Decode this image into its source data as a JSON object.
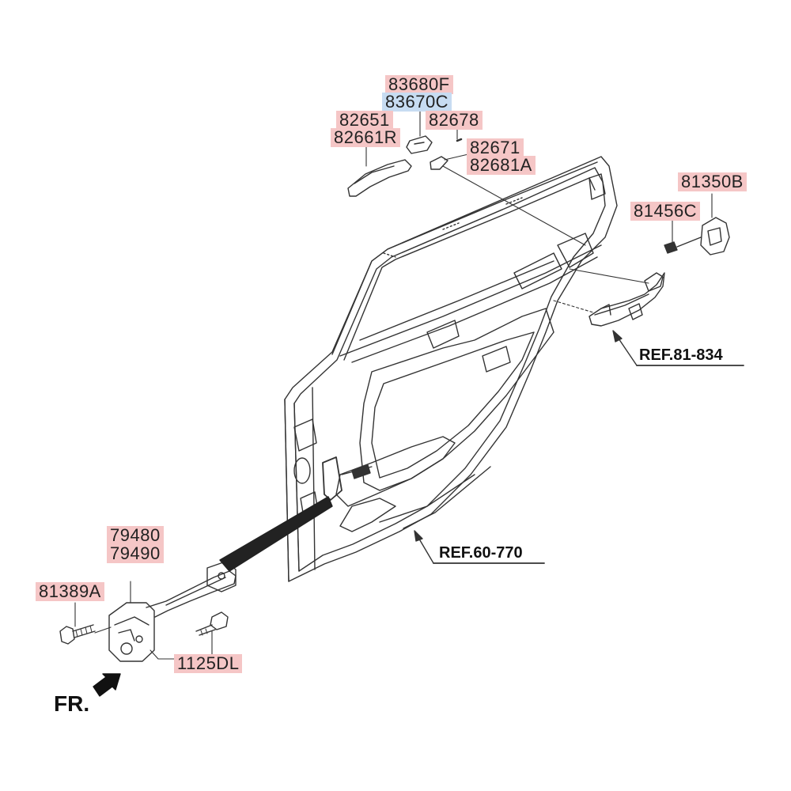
{
  "parts": {
    "p83680F": "83680F",
    "p83670C": "83670C",
    "p82651": "82651",
    "p82661R": "82661R",
    "p82678": "82678",
    "p82671": "82671",
    "p82681A": "82681A",
    "p81350B": "81350B",
    "p81456C": "81456C",
    "p79480": "79480",
    "p79490": "79490",
    "p81389A": "81389A",
    "p1125DL": "1125DL"
  },
  "refs": {
    "ref_lock": "REF.81-834",
    "ref_door": "REF.60-770"
  },
  "direction": {
    "front": "FR."
  },
  "colors": {
    "label_bg": "#f5c6c6",
    "label_highlight_bg": "#c7dcf2",
    "line": "#333333"
  }
}
